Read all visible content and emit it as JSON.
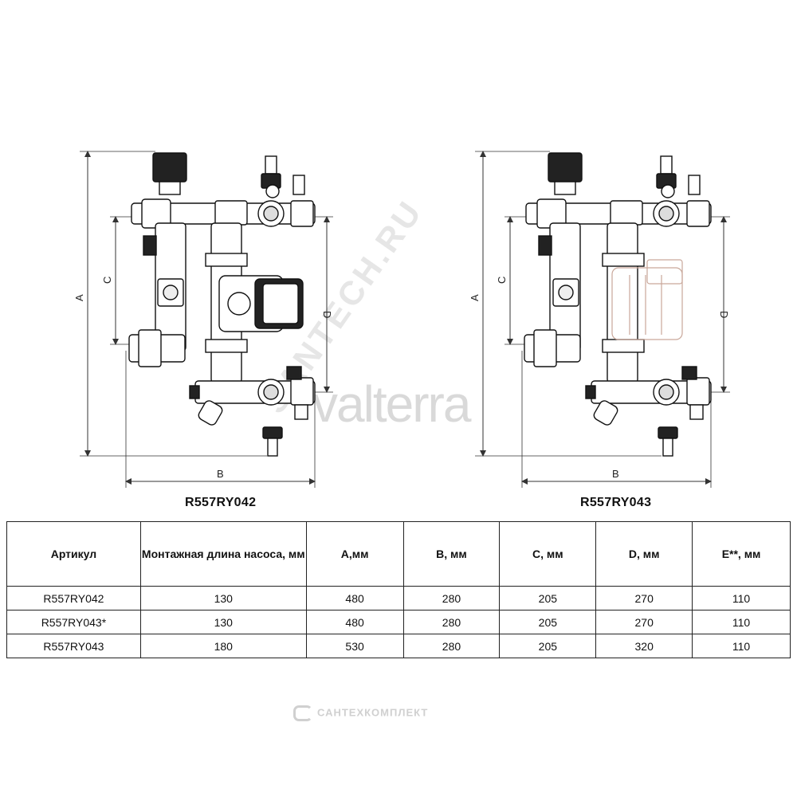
{
  "drawings": {
    "left": {
      "model": "R557RY042",
      "dim_labels": {
        "a": "A",
        "b": "B",
        "c": "C",
        "d": "D"
      }
    },
    "right": {
      "model": "R557RY043",
      "dim_labels": {
        "a": "A",
        "b": "B",
        "c": "C",
        "d": "D"
      }
    }
  },
  "watermarks": {
    "brand": "valterra",
    "diagonal": "SANTECH.RU",
    "footer": "САНТЕХКОМПЛЕКТ"
  },
  "table": {
    "headers": [
      "Артикул",
      "Монтажная длина насоса, мм",
      "A,мм",
      "B, мм",
      "C, мм",
      "D, мм",
      "E**, мм"
    ],
    "rows": [
      [
        "R557RY042",
        "130",
        "480",
        "280",
        "205",
        "270",
        "110"
      ],
      [
        "R557RY043*",
        "130",
        "480",
        "280",
        "205",
        "270",
        "110"
      ],
      [
        "R557RY043",
        "180",
        "530",
        "280",
        "205",
        "320",
        "110"
      ]
    ]
  }
}
